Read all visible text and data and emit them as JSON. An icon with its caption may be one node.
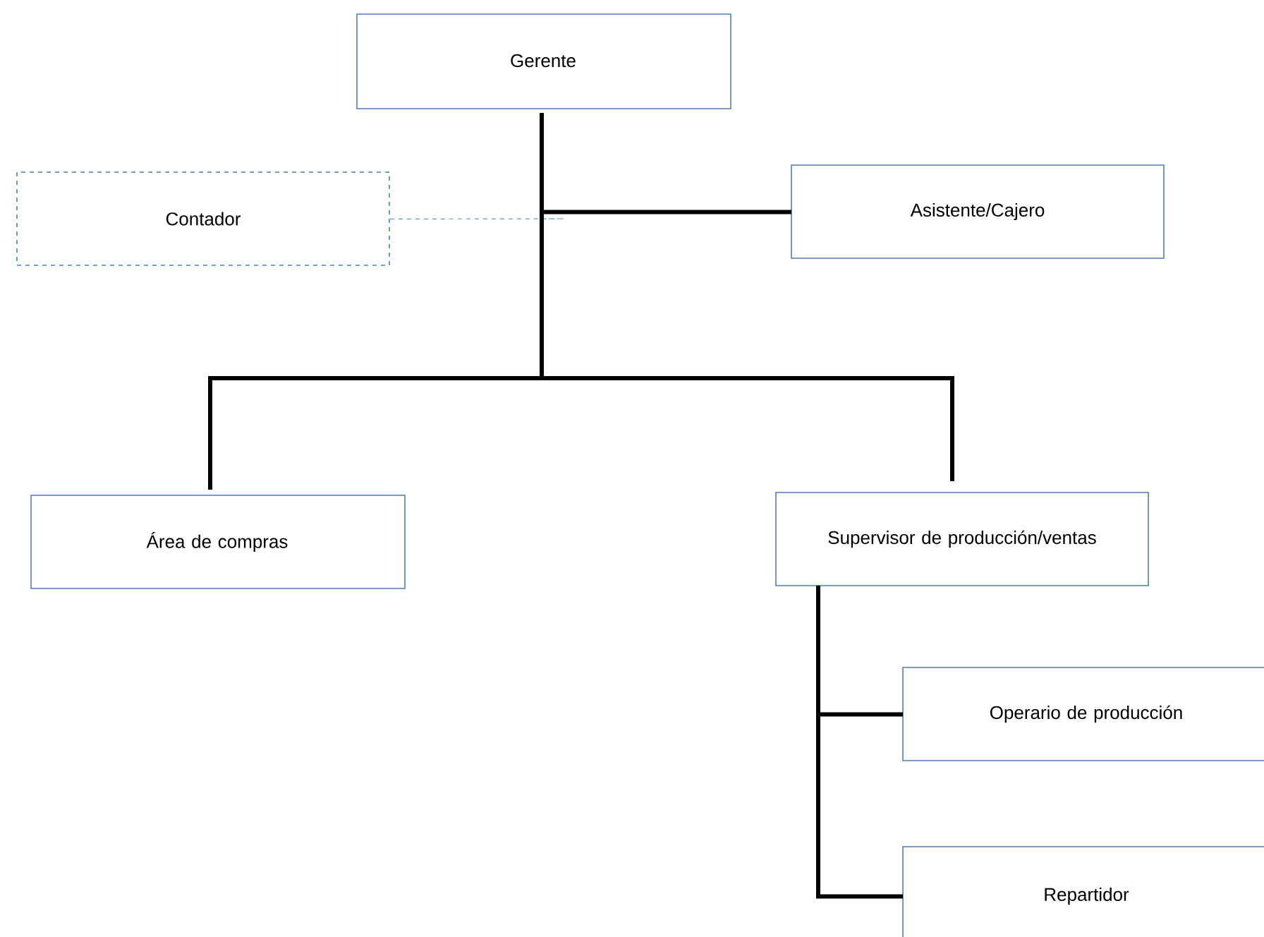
{
  "diagram": {
    "nodes": [
      {
        "text": [
          "Gerente"
        ]
      },
      {
        "text": [
          "Contador"
        ]
      },
      {
        "text": [
          "Asistente/Cajero"
        ]
      },
      {
        "text": [
          "Área de compras"
        ]
      },
      {
        "text": [
          "Supervisor de producción/ventas"
        ]
      },
      {
        "text": [
          "Operario de producción"
        ]
      },
      {
        "text": [
          "Repartidor"
        ]
      }
    ],
    "edges": [
      {
        "from": 1,
        "to": 0,
        "arrow": "none",
        "style": "dashed",
        "color": "#5b9bd5"
      },
      {
        "from": 0,
        "to": 2,
        "arrow": "none"
      },
      {
        "from": 0,
        "to": 3,
        "arrow": "none"
      },
      {
        "from": 0,
        "to": 4,
        "arrow": "none"
      },
      {
        "from": 4,
        "to": 5,
        "arrow": "none"
      },
      {
        "from": 4,
        "to": 6,
        "arrow": "none"
      }
    ]
  }
}
